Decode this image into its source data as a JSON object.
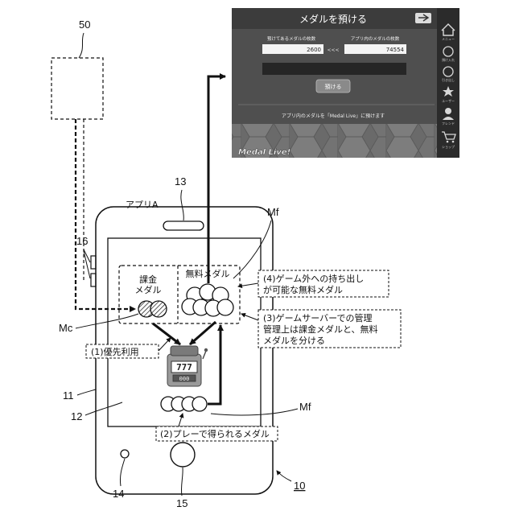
{
  "labels": {
    "external_device": "50",
    "speaker": "13",
    "app_name": "アプリA",
    "free_medal_ref_top": "Mf",
    "buttons_ref": "16",
    "charged_medal_ref": "Mc",
    "housing_ref": "11",
    "screen_ref": "12",
    "free_medal_ref_bottom": "Mf",
    "mic_ref": "14",
    "home_button_ref": "15",
    "device_ref": "10"
  },
  "boxes": {
    "charged_title": "課金",
    "charged_sub": "メダル",
    "free_title": "無料メダル",
    "slot_screen": "777",
    "slot_panel": "000"
  },
  "callouts": {
    "c4_line1": "(4)ゲーム外への持ち出し",
    "c4_line2": "が可能な無料メダル",
    "c3_line1": "(3)ゲームサーバーでの管理",
    "c3_line2": "管理上は課金メダルと、無料",
    "c3_line3": "メダルを分ける",
    "c1": "(1)優先利用",
    "c2": "(2)プレーで得られるメダル"
  },
  "screenshot": {
    "title": "メダルを預ける",
    "col_left_label": "預けてあるメダルの枚数",
    "col_right_label": "アプリ内のメダルの枚数",
    "left_value": "2600",
    "right_value": "74554",
    "arrows": "<<<",
    "button": "預ける",
    "note": "アプリ内のメダルを「Medal Live」に預けます",
    "logo": "Medal Live!",
    "sidebar": [
      "メニュー",
      "預け入れ",
      "引き出し",
      "ユーザー",
      "フレンド",
      "ショップ"
    ]
  },
  "colors": {
    "panel_bg": "#4f4f4f",
    "panel_dark": "#2e2e2e",
    "sidebar_bg": "#2b2b2b",
    "field_bg": "#f4f4f4",
    "button_bg": "#8a8a8a",
    "line": "#111111"
  }
}
